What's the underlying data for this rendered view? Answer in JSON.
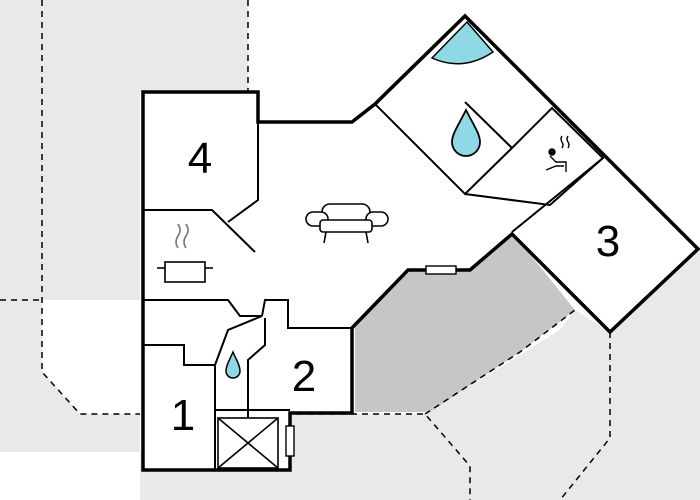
{
  "plan": {
    "colors": {
      "terrace": "#e9e9e9",
      "shaded_area": "#c6c6c6",
      "wall": "#000000",
      "water": "#8fd8e6",
      "background": "#ffffff"
    },
    "rooms": [
      {
        "id": "room-1",
        "number": "1"
      },
      {
        "id": "room-2",
        "number": "2"
      },
      {
        "id": "room-3",
        "number": "3"
      },
      {
        "id": "room-4",
        "number": "4"
      }
    ],
    "icons": [
      "sofa-icon",
      "cooking-pot-icon",
      "water-drop-icon",
      "whirlpool-tub-icon",
      "sauna-icon",
      "shower-tray-icon",
      "window-icon"
    ]
  }
}
